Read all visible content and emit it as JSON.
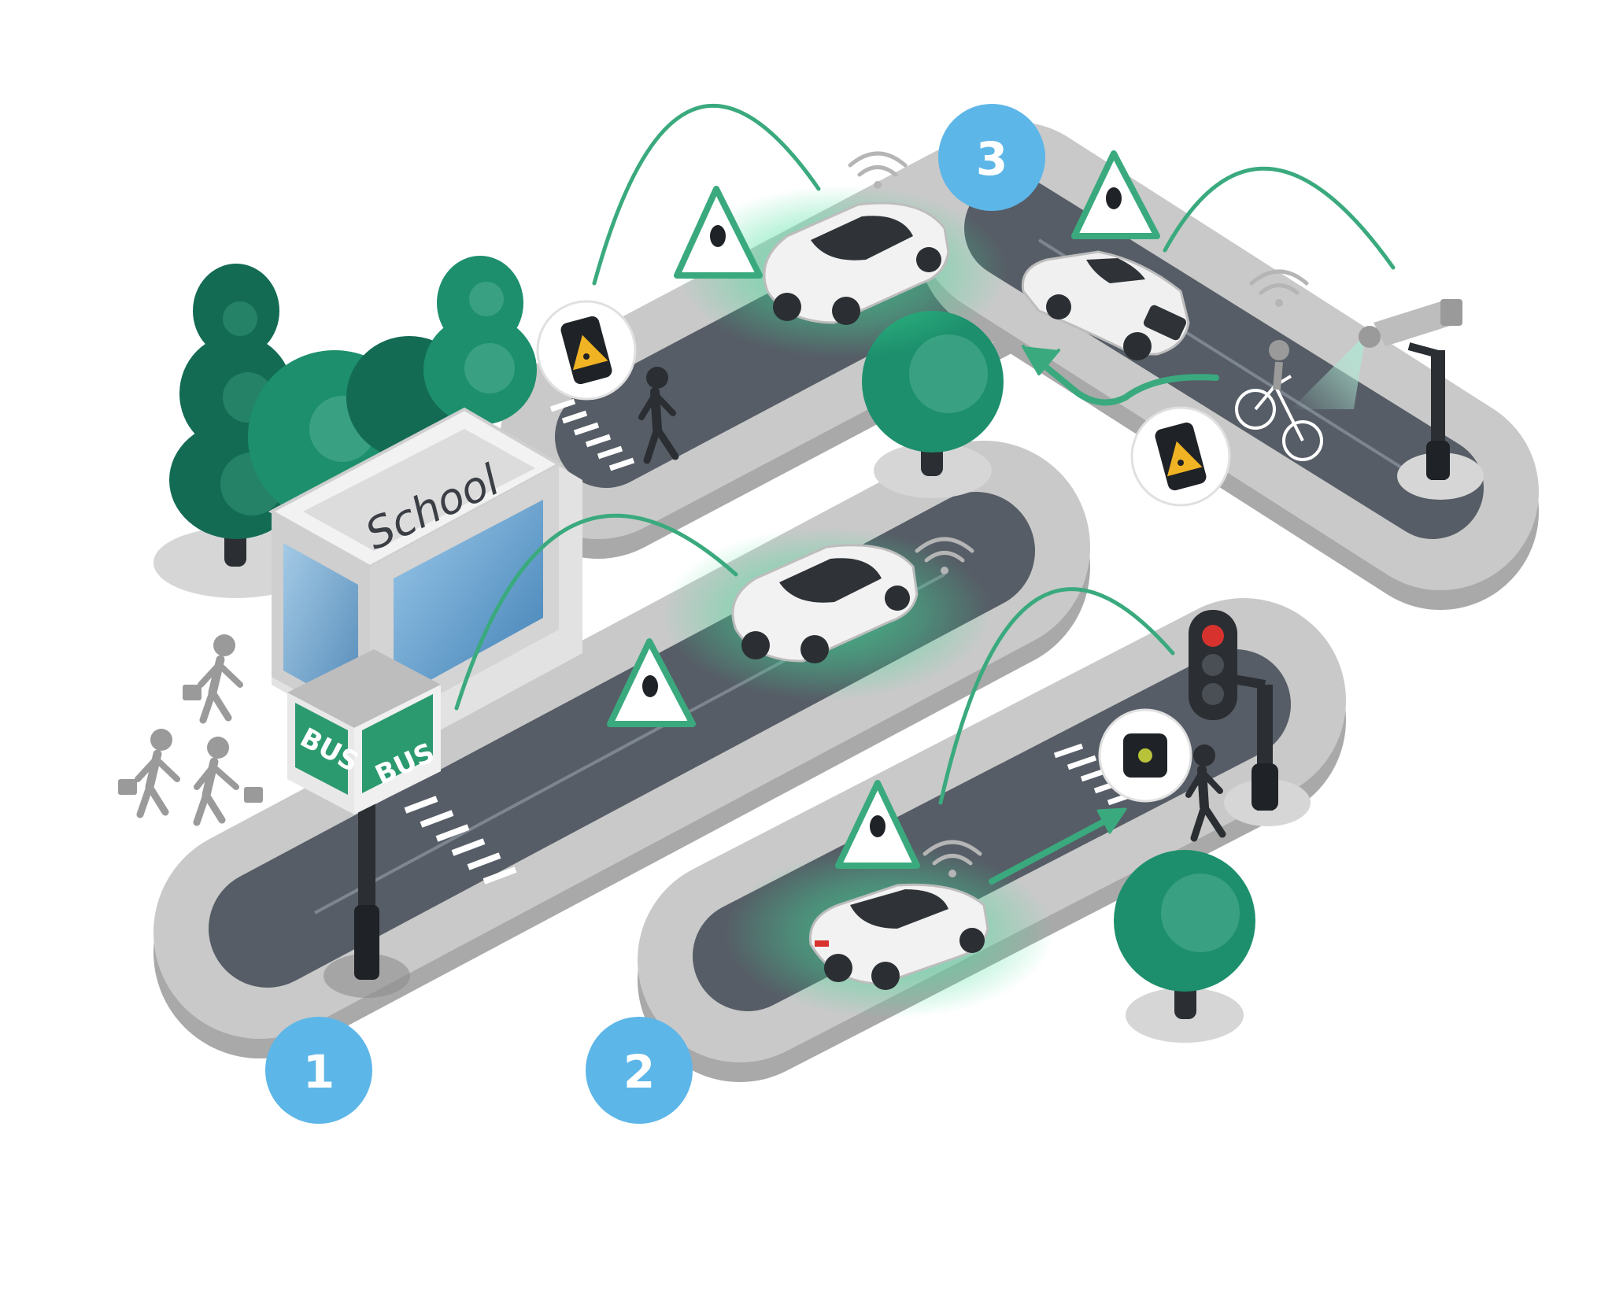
{
  "scene": {
    "school_label": "School",
    "bus_sign_left": "BUS",
    "bus_sign_right": "BUS"
  },
  "badges": [
    {
      "number": "1"
    },
    {
      "number": "2"
    },
    {
      "number": "3"
    }
  ],
  "colors": {
    "road_border": "#c9c9c9",
    "road_border_shadow": "#a9a9a9",
    "asphalt": "#565d66",
    "tree_green": "#1d8f6c",
    "tree_dark": "#136b54",
    "badge_blue": "#5db6e8",
    "signal_green": "#3aaa7e",
    "bus_green": "#2c9a6f"
  },
  "icons": {
    "warning_triangle": "warning-triangle-icon",
    "wifi": "wifi-signal-icon",
    "phone_alert": "phone-alert-icon",
    "traffic_light": "traffic-light-icon",
    "camera": "surveillance-camera-icon"
  }
}
